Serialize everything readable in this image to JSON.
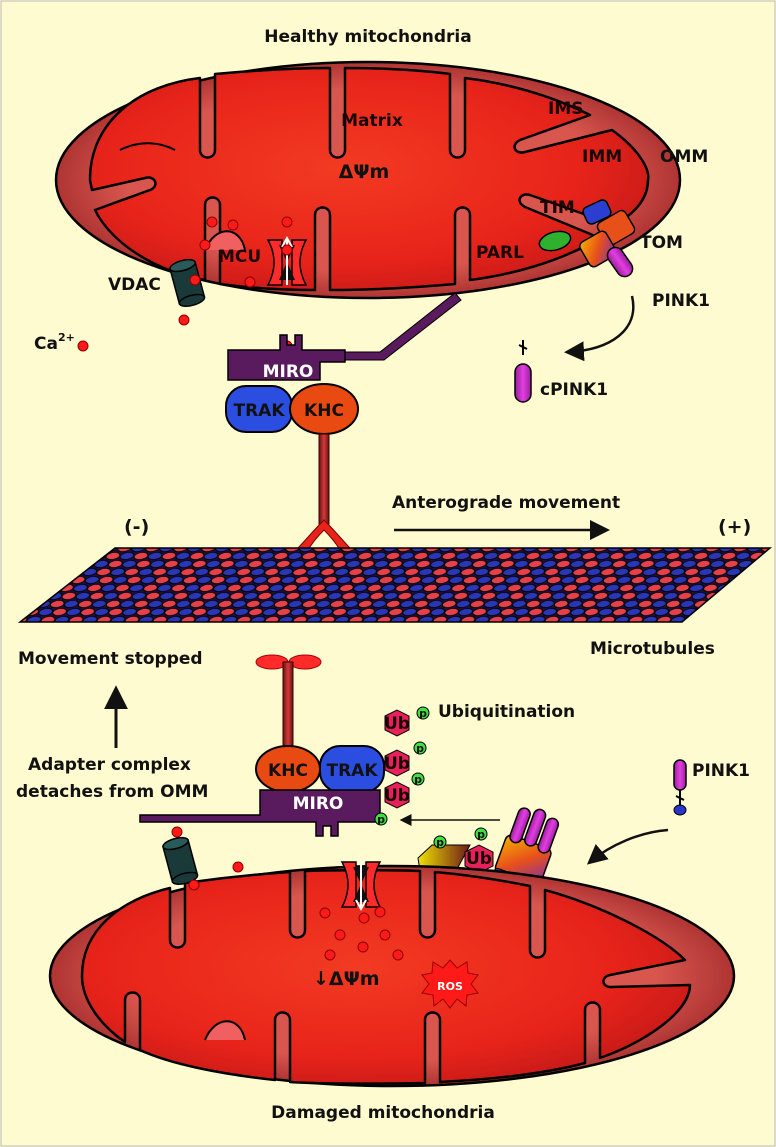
{
  "titles": {
    "healthy": "Healthy mitochondria",
    "damaged": "Damaged mitochondria"
  },
  "healthy_labels": {
    "matrix": "Matrix",
    "potential": "ΔΨm",
    "ims": "IMS",
    "imm": "IMM",
    "omm": "OMM",
    "tim": "TIM",
    "tom": "TOM",
    "parl": "PARL",
    "mcu": "MCU",
    "vdac": "VDAC",
    "pink1": "PINK1",
    "cpink1": "cPINK1",
    "calcium": "Ca",
    "calcium_sup": "2+"
  },
  "adaptor_top": {
    "miro": "MIRO",
    "trak": "TRAK",
    "khc": "KHC"
  },
  "microtubule": {
    "minus_end": "(-)",
    "plus_end": "(+)",
    "movement": "Anterograde movement",
    "label": "Microtubules"
  },
  "bottom_labels": {
    "stopped": "Movement stopped",
    "detach_line1": "Adapter complex",
    "detach_line2": "detaches from OMM",
    "ubiquitination": "Ubiquitination",
    "pink1": "PINK1",
    "ub": "Ub",
    "phospho": "p",
    "low_potential": "↓ΔΨm",
    "ros": "ROS"
  },
  "adaptor_bottom": {
    "miro": "MIRO",
    "trak": "TRAK",
    "khc": "KHC"
  },
  "colors": {
    "background": "#fffbd0",
    "mito_fill": "#e8241a",
    "mito_outer": "#b22a2a",
    "miro": "#5a1a5e",
    "trak": "#2b4ee0",
    "khc": "#e84a12",
    "ub": "#e8205a",
    "phospho": "#3fe03f",
    "tubulin_blue": "#2a35b8",
    "tubulin_red": "#e8404a"
  }
}
